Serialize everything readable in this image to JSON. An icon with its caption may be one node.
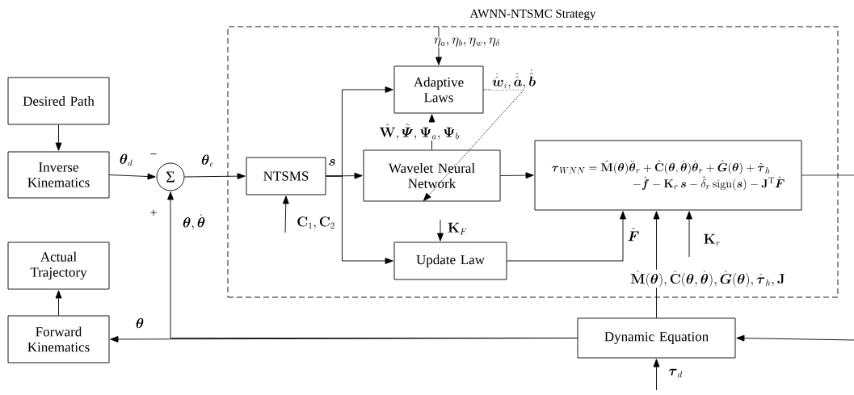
{
  "diagram": {
    "nodes": [
      {
        "text": [
          "AWNN-NTSMC Strategy"
        ]
      },
      {
        "text": [
          "Desired Path"
        ]
      },
      {
        "text": [
          "Inverse Kinematics"
        ]
      },
      {
        "text": [
          "Σ"
        ]
      },
      {
        "text": [
          "NTSMS"
        ],
        "in": 0
      },
      {
        "text": [
          "Adaptive Laws"
        ],
        "in": 0
      },
      {
        "text": [
          "Wavelet Neural Network"
        ],
        "in": 0
      },
      {
        "text": [
          "Update Law"
        ],
        "in": 0
      },
      {
        "text": [
          "\\boldsymbol{\\tau}_{WNN}=\\hat{\\mathbf{M}}(\\boldsymbol{\\theta})\\ddot{\\boldsymbol{\\theta}}_r+\\hat{\\mathbf{C}}(\\boldsymbol{\\theta},\\dot{\\boldsymbol{\\theta}})\\dot{\\boldsymbol{\\theta}}_r+\\hat{\\boldsymbol{G}}(\\boldsymbol{\\theta})+\\hat{\\boldsymbol{\\tau}}_h",
          "-\\hat{\\boldsymbol{f}}-\\mathbf{K}_r\\,\\boldsymbol{s}-\\hat{\\delta}_r\\,\\mathrm{sign}(\\boldsymbol{s})-\\mathbf{J}^{\\mathrm{T}}\\hat{\\boldsymbol{F}}"
        ],
        "in": 0
      },
      {
        "text": [
          "Dynamic Equation"
        ]
      },
      {
        "text": [
          "Actual Trajectory"
        ]
      },
      {
        "text": [
          "Forward Kinematics"
        ]
      }
    ],
    "edges": [
      {
        "from": 1,
        "to": 2,
        "arrow": "to"
      },
      {
        "from": 2,
        "to": 3,
        "arrow": "to",
        "label": "\\boldsymbol{\\theta}_d"
      },
      {
        "from": 3,
        "to": 4,
        "arrow": "to",
        "label": "\\boldsymbol{\\theta}_e"
      },
      {
        "from": 4,
        "to": 5,
        "arrow": "to"
      },
      {
        "from": 4,
        "to": 6,
        "arrow": "to",
        "label": "\\boldsymbol{s}"
      },
      {
        "from": 4,
        "to": 7,
        "arrow": "to"
      },
      {
        "from": 6,
        "to": 5,
        "arrow": "to",
        "label": "\\hat{\\mathbf{W}},\\hat{\\boldsymbol{\\varPsi}},\\boldsymbol{\\Psi}_a,\\boldsymbol{\\Psi}_b"
      },
      {
        "from": 5,
        "to": 6,
        "arrow": "to",
        "style": "dashed",
        "label": "\\dot{\\hat{\\boldsymbol{w}}}_i,\\dot{\\hat{\\boldsymbol{a}}},\\dot{\\hat{\\boldsymbol{b}}}"
      },
      {
        "from": 6,
        "to": 8,
        "arrow": "to"
      },
      {
        "from": 7,
        "to": 8,
        "arrow": "to",
        "label": "\\hat{\\boldsymbol{F}}"
      },
      {
        "from": 9,
        "to": 8,
        "arrow": "to"
      },
      {
        "from": 9,
        "to": 11,
        "arrow": "to",
        "label": "\\boldsymbol{\\theta}"
      },
      {
        "from": 9,
        "to": 3,
        "arrow": "to",
        "label": "\\boldsymbol{\\theta},\\dot{\\boldsymbol{\\theta}}"
      },
      {
        "from": 11,
        "to": 10,
        "arrow": "to"
      },
      {
        "from": null,
        "to": 5,
        "arrow": "to",
        "label": "\\eta_a,\\eta_b,\\eta_w,\\eta_\\delta"
      },
      {
        "from": null,
        "to": 4,
        "arrow": "to",
        "label": "\\mathbf{C}_1,\\mathbf{C}_2"
      },
      {
        "from": null,
        "to": 7,
        "arrow": "to",
        "label": "\\mathbf{K}_F"
      },
      {
        "from": null,
        "to": 8,
        "arrow": "to",
        "label": "\\mathbf{K}_r"
      },
      {
        "from": null,
        "to": 9,
        "arrow": "to",
        "label": "\\boldsymbol{\\tau}_d"
      },
      {
        "from": 8,
        "to": null,
        "arrow": "none"
      },
      {
        "from": null,
        "to": 9,
        "arrow": "to"
      }
    ],
    "labels": [
      "−",
      "+",
      "\\hat{\\mathbf{M}}(\\boldsymbol{\\theta}),\\hat{\\mathbf{C}}(\\boldsymbol{\\theta},\\dot{\\boldsymbol{\\theta}}),\\hat{\\boldsymbol{G}}(\\boldsymbol{\\theta}),\\hat{\\boldsymbol{\\tau}}_h,\\mathbf{J}"
    ]
  }
}
